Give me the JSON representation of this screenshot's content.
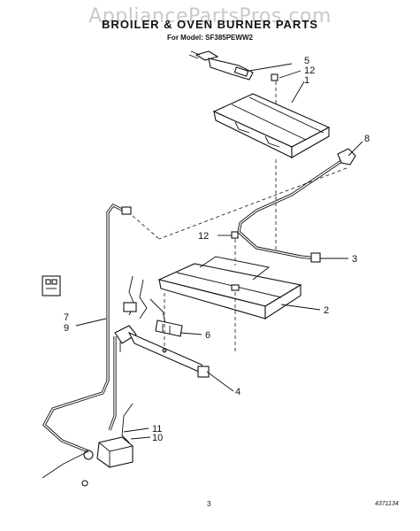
{
  "header": {
    "watermark": "AppliancePartsPros.com",
    "title": "BROILER & OVEN BURNER PARTS",
    "model": "For Model: SF385PEWW2"
  },
  "callouts": {
    "c1": "1",
    "c2": "2",
    "c3": "3",
    "c4": "4",
    "c5": "5",
    "c6": "6",
    "c7": "7",
    "c8": "8",
    "c9": "9",
    "c10": "10",
    "c11": "11",
    "c12a": "12",
    "c12b": "12"
  },
  "footer": {
    "page_number": "3",
    "doc_code": "4371134"
  }
}
